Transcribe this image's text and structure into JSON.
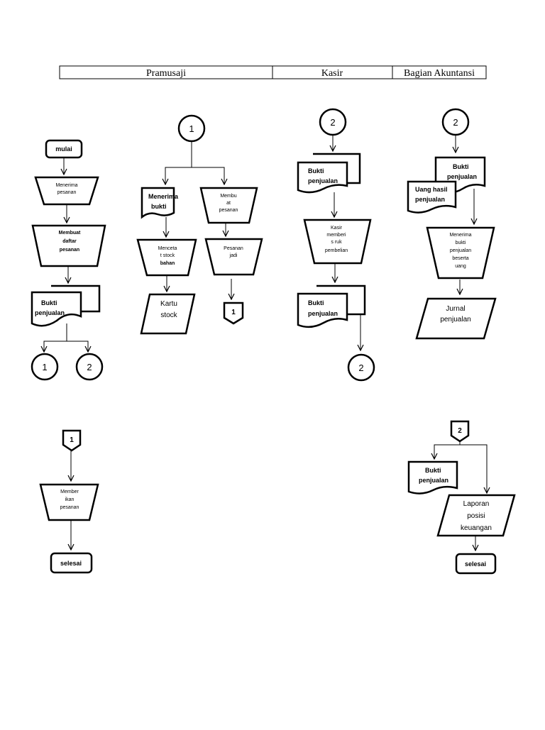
{
  "lanes": [
    "Pramusaji",
    "Kasir",
    "Bagian Akuntansi"
  ],
  "pramusaji": {
    "start": "mulai",
    "receive_order": [
      "Menerima",
      "pesanan"
    ],
    "make_list": [
      "Membuat",
      "daftar",
      "pesanan"
    ],
    "receipt": [
      "Bukti",
      "penjualan"
    ],
    "conn1": "1",
    "conn2": "2",
    "top_conn": "1",
    "receive_proof": [
      "Menerima",
      "bukti"
    ],
    "record_stock": [
      "Menceta",
      "t stock",
      "bahan"
    ],
    "stock_card": [
      "Kartu",
      "stock"
    ],
    "make_order": [
      "Membu",
      "at",
      "pesanan"
    ],
    "order_done": [
      "Pesanan",
      "jadi"
    ],
    "off1": "1",
    "off_in": "1",
    "serve": [
      "Member",
      "ikan",
      "pesanan"
    ],
    "end": "selesai"
  },
  "kasir": {
    "top_conn": "2",
    "receipt_in": [
      "Bukti",
      "penjualan"
    ],
    "give_receipt": [
      "Kasir",
      "memberi",
      "s ruk",
      "pembelian"
    ],
    "receipt_out": [
      "Bukti",
      "penjualan"
    ],
    "conn_out": "2"
  },
  "akuntansi": {
    "top_conn": "2",
    "receipt": [
      "Bukti",
      "penjualan"
    ],
    "cash": [
      "Uang hasil",
      "penjualan"
    ],
    "receive": [
      "Menerima",
      "bukti",
      "penjualan",
      "beserta",
      "uang"
    ],
    "journal": [
      "Jurnal",
      "penjualan"
    ],
    "off_in": "2",
    "receipt2": [
      "Bukti",
      "penjualan"
    ],
    "report": [
      "Laporan",
      "posisi",
      "keuangan"
    ],
    "end": "selesai"
  }
}
